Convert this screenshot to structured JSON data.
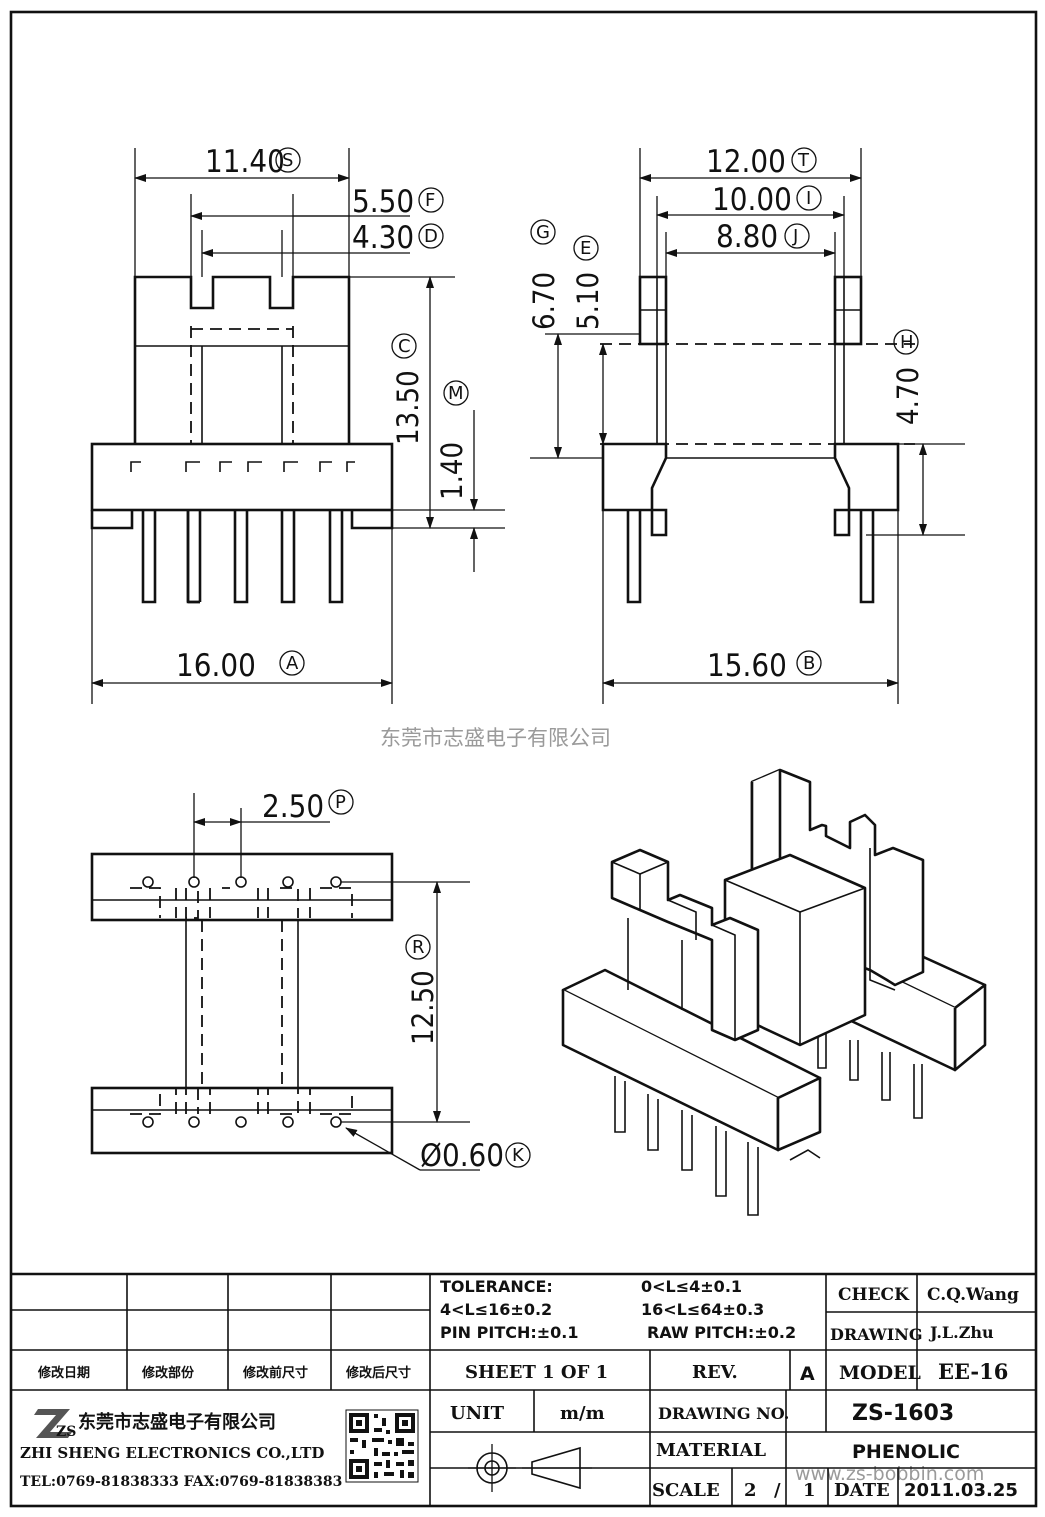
{
  "watermark": {
    "company_cn": "东莞市志盛电子有限公司",
    "url": "www.zs-bobbin.com"
  },
  "dimensions": {
    "S": "11.40",
    "F": "5.50",
    "D": "4.30",
    "C": "13.50",
    "M": "1.40",
    "A": "16.00",
    "T": "12.00",
    "I": "10.00",
    "J": "8.80",
    "G": "6.70",
    "E": "5.10",
    "H": "4.70",
    "B": "15.60",
    "P": "2.50",
    "R": "12.50",
    "K": "Ø0.60"
  },
  "title_block": {
    "tolerance": {
      "label": "TOLERANCE:",
      "r1": "0<L≤4±0.1",
      "r2": "4<L≤16±0.2",
      "r3": "16<L≤64±0.3",
      "pin_pitch": "PIN PITCH:±0.1",
      "raw_pitch": "RAW PITCH:±0.2"
    },
    "revision_headers": [
      "修改日期",
      "修改部份",
      "修改前尺寸",
      "修改后尺寸"
    ],
    "check_label": "CHECK",
    "check_value": "C.Q.Wang",
    "drawing_label": "DRAWING",
    "drawing_value": "J.L.Zhu",
    "sheet": "SHEET 1 OF 1",
    "rev_label": "REV.",
    "rev_value": "A",
    "model_label": "MODEL",
    "model_value": "EE-16",
    "unit_label": "UNIT",
    "unit_value": "m/m",
    "drawing_no_label": "DRAWING NO.",
    "drawing_no_value": "ZS-1603",
    "material_label": "MATERIAL",
    "material_value": "PHENOLIC",
    "scale_label": "SCALE",
    "scale_n": "2",
    "scale_sep": "/",
    "scale_d": "1",
    "date_label": "DATE",
    "date_value": "2011.03.25",
    "company_cn": "东莞市志盛电子有限公司",
    "company_en": "ZHI SHENG ELECTRONICS CO.,LTD",
    "contact": "TEL:0769-81838333 FAX:0769-81838383",
    "logo_text": "ZS"
  }
}
